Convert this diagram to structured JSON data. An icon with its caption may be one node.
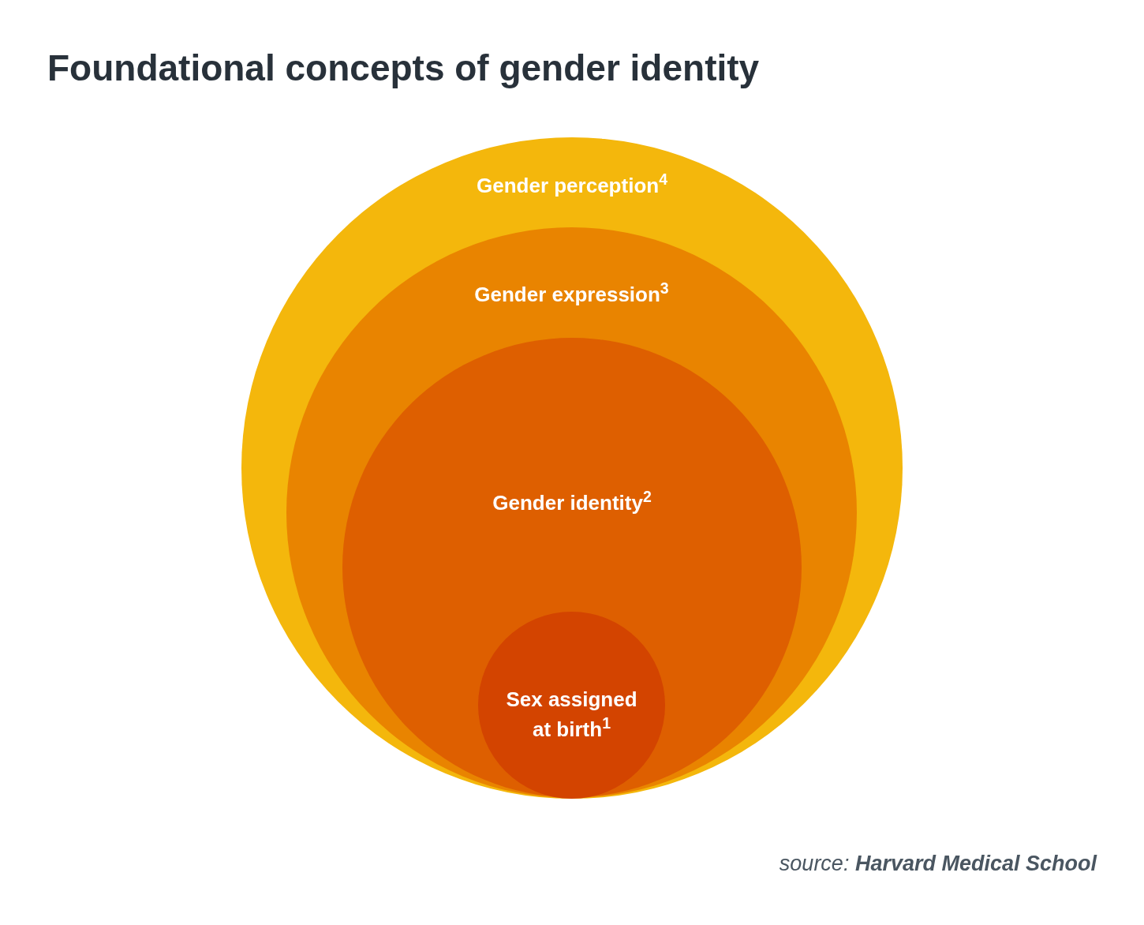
{
  "diagram": {
    "title": "Foundational concepts of gender identity",
    "nodes": [
      {
        "text": [
          "Gender perception$^{4}$"
        ]
      },
      {
        "text": [
          "Gender expression$^{3}$"
        ],
        "in": 0
      },
      {
        "text": [
          "Gender identity$^{2}$"
        ],
        "in": 1
      },
      {
        "text": [
          "Sex assigned at birth$^{1}$"
        ],
        "in": 2
      }
    ],
    "edges": [],
    "labels": [
      "source: **Harvard Medical School**"
    ]
  }
}
